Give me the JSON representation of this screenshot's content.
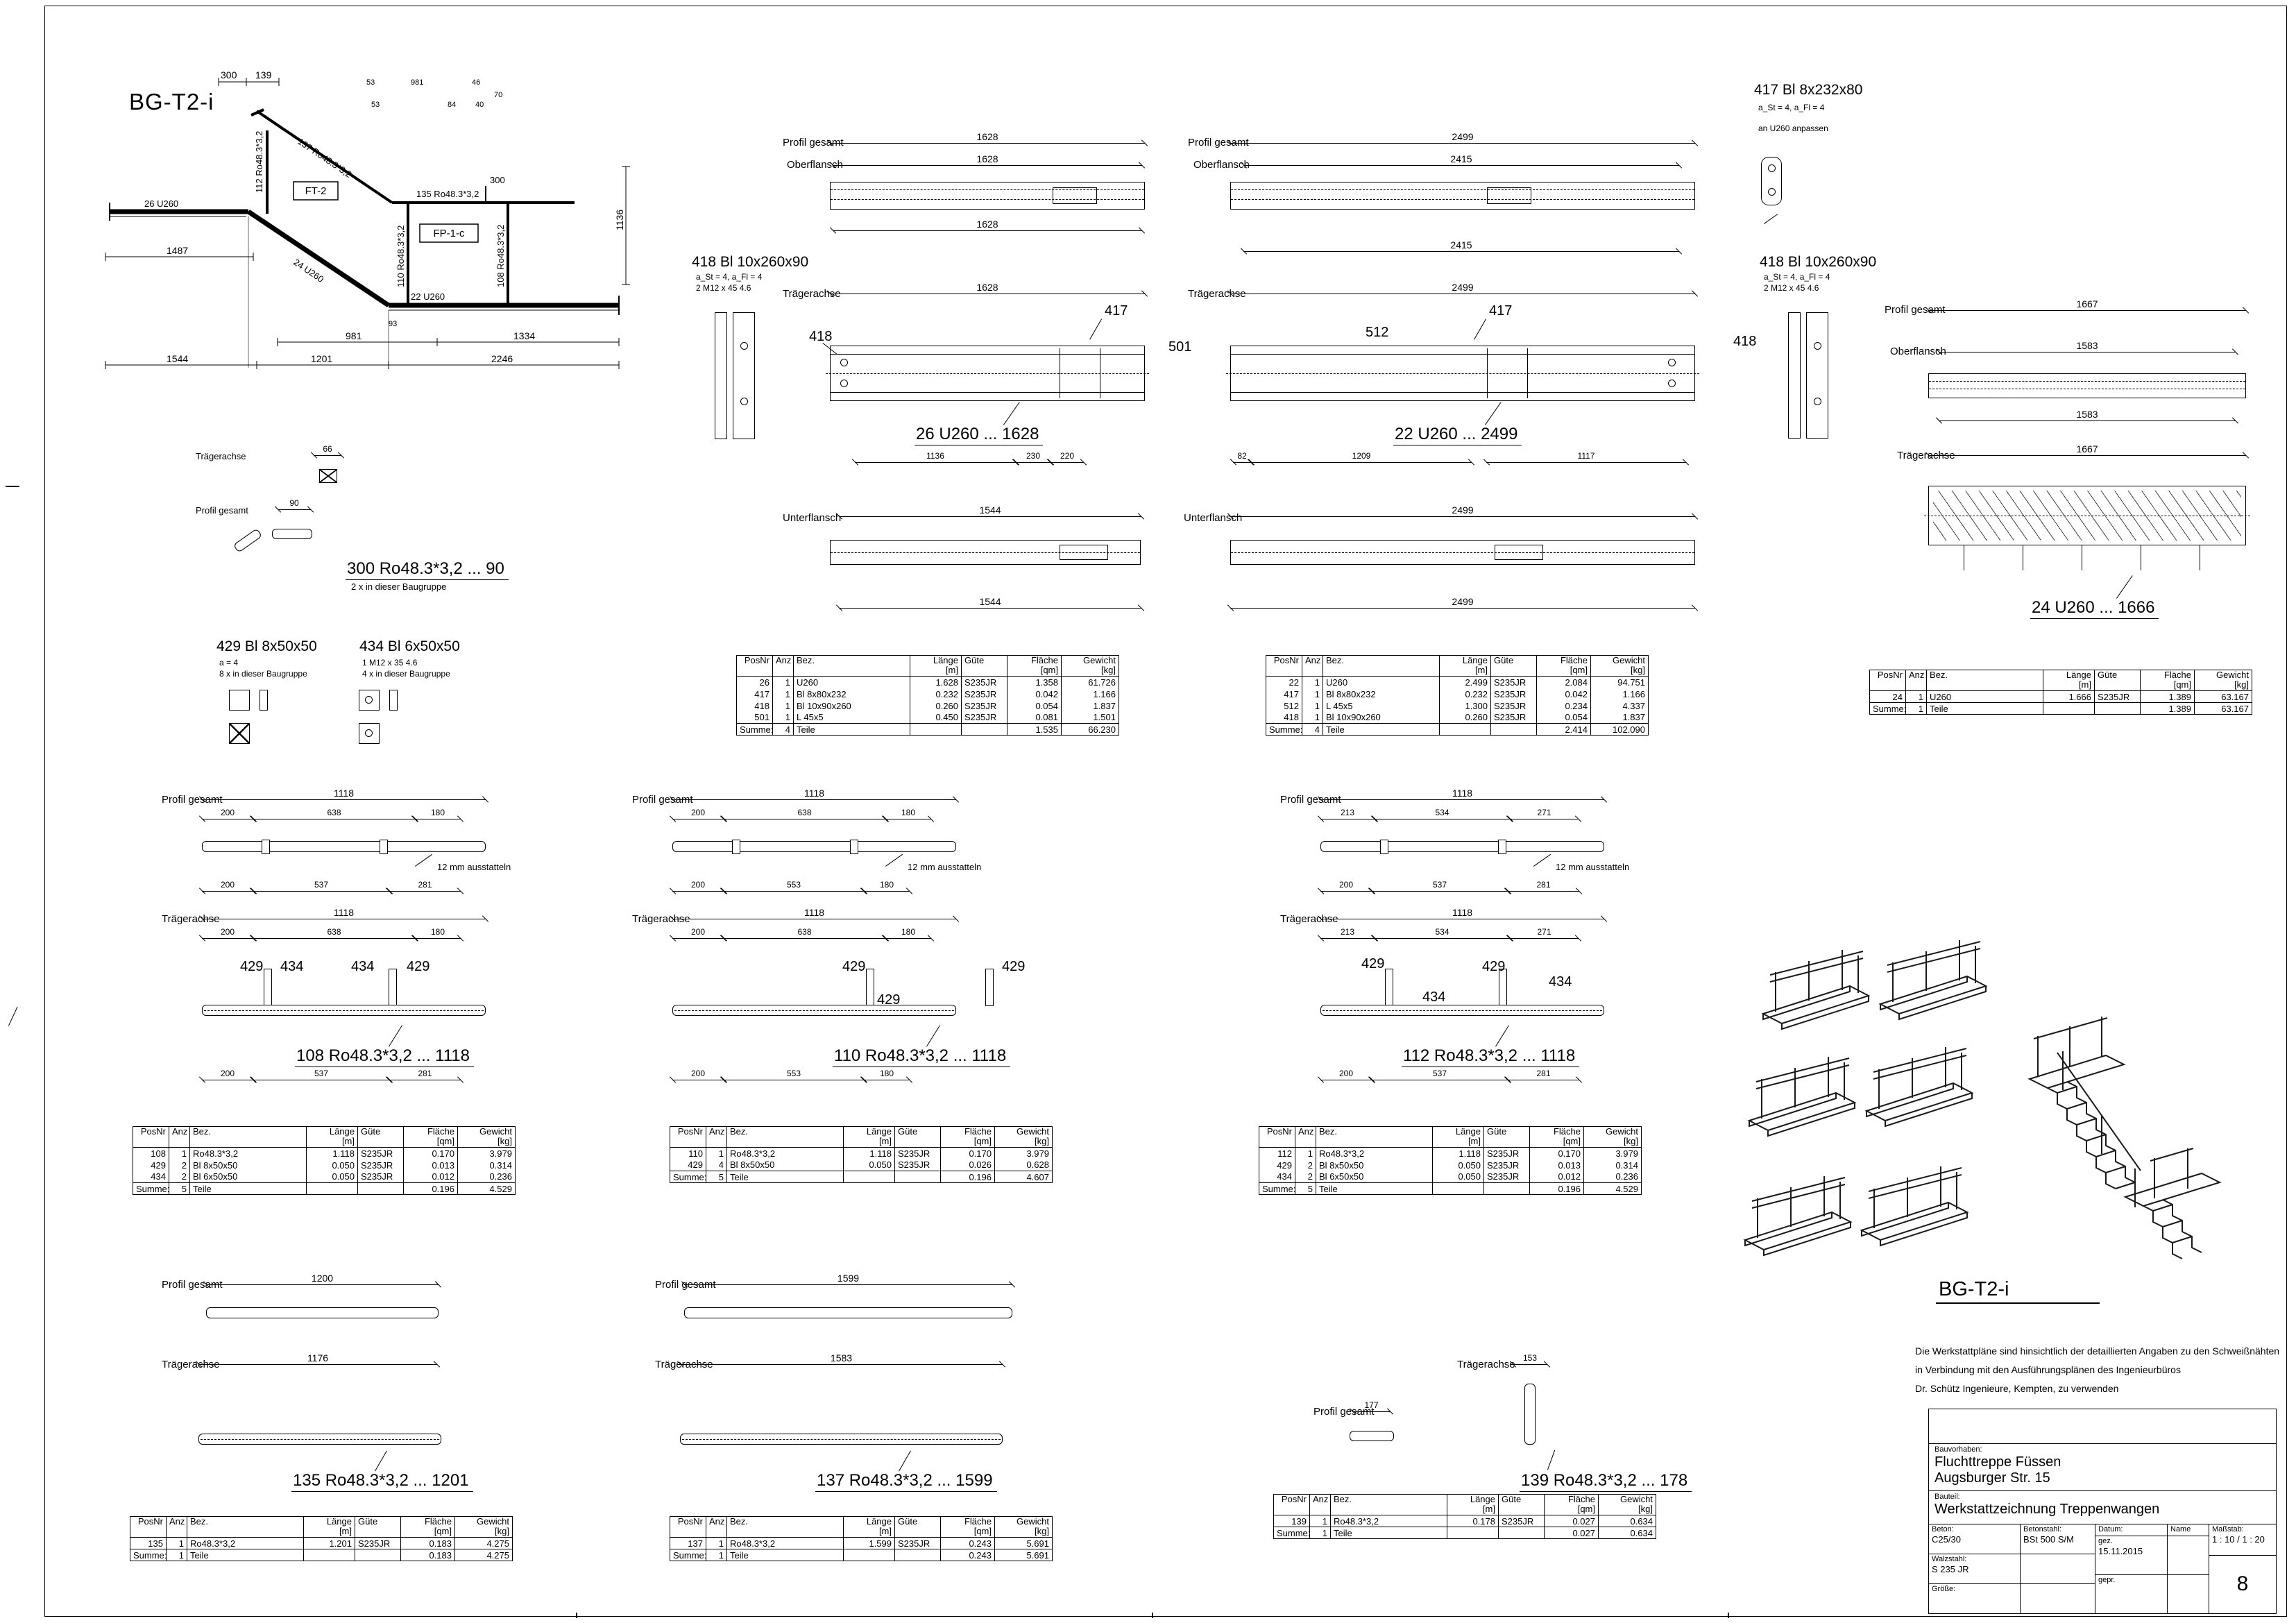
{
  "sheet": {
    "page": "8",
    "notes_line1": "Die Werkstattpläne sind hinsichtlich der detaillierten Angaben zu den Schweißnähten",
    "notes_line2": "in Verbindung mit den Ausführungsplänen des Ingenieurbüros",
    "notes_line3": "Dr. Schütz Ingenieure, Kempten, zu verwenden"
  },
  "labels": {
    "profil_gesamt": "Profil gesamt",
    "oberflansch": "Oberflansch",
    "unterflansch": "Unterflansch",
    "traegerachse": "Trägerachse",
    "note_12mm": "12 mm ausstatteln"
  },
  "overview": {
    "title": "BG-T2-i",
    "box1": "FT-2",
    "box2": "FP-1-c",
    "members": {
      "m26": "26 U260",
      "m24": "24 U260",
      "m22": "22 U260",
      "m112": "112 Ro48.3*3,2",
      "m137": "137 Ro48.3*3,2",
      "m135": "135 Ro48.3*3,2",
      "m110": "110 Ro48.3*3,2",
      "m108": "108 Ro48.3*3,2",
      "m300": "300"
    },
    "dims": {
      "d300": "300",
      "d139": "139",
      "d53a": "53",
      "d981a": "981",
      "d46": "46",
      "d70": "70",
      "d53b": "53",
      "d84": "84",
      "d40": "40",
      "d93": "93",
      "d1487": "1487",
      "d981b": "981",
      "d1334": "1334",
      "d1544": "1544",
      "d1201": "1201",
      "d2246": "2246",
      "d1136": "1136"
    }
  },
  "details": {
    "p417": {
      "title": "417 Bl 8x232x80",
      "sub1": "a_St = 4, a_Fl = 4",
      "sub2": "an U260 anpassen"
    },
    "p418l": {
      "title": "418 Bl 10x260x90",
      "sub1": "a_St = 4, a_Fl = 4",
      "sub2": "2 M12 x 45 4.6"
    },
    "p418r": {
      "title": "418 Bl 10x260x90",
      "sub1": "a_St = 4, a_Fl = 4",
      "sub2": "2 M12 x 45 4.6"
    },
    "p300": {
      "dim_tr": "66",
      "dim_pg": "90",
      "part_label": "300 Ro48.3*3,2 ... 90",
      "sub": "2 x in dieser Baugruppe"
    },
    "p429": {
      "title": "429 Bl 8x50x50",
      "sub1": "a = 4",
      "sub2": "8 x in dieser Baugruppe"
    },
    "p434": {
      "title": "434 Bl 6x50x50",
      "sub1": "1 M12 x 35 4.6",
      "sub2": "4 x in dieser Baugruppe"
    }
  },
  "beams": {
    "g26": {
      "pg_dim": "1628",
      "of_dim": "1628",
      "below_dim": "1628",
      "tr_dim": "1628",
      "c418": "418",
      "c417": "417",
      "c501": "501",
      "part_label": "26 U260 ... 1628",
      "bd1": "1136",
      "bd2": "230",
      "bd3": "220",
      "uf_dim": "1544",
      "uf_dim2": "1544"
    },
    "g22": {
      "pg_dim": "2499",
      "of_dim": "2415",
      "below_dim": "2415",
      "tr_dim": "2499",
      "c417": "417",
      "c512": "512",
      "c418": "418",
      "part_label": "22 U260 ... 2499",
      "bd1": "82",
      "bd2": "1209",
      "bd3": "1117",
      "uf_dim": "2499",
      "uf_dim2": "2499"
    },
    "g24": {
      "pg_dim": "1667",
      "of_dim": "1583",
      "below_dim": "1583",
      "tr_dim": "1667",
      "part_label": "24 U260 ... 1666"
    }
  },
  "railings": [
    {
      "pg_dim": "1118",
      "ps1": "200",
      "ps2": "638",
      "ps3": "180",
      "pb1": "200",
      "pb2": "537",
      "pb3": "281",
      "tr_dim": "1118",
      "ts1": "200",
      "ts2": "638",
      "ts3": "180",
      "c1": "429",
      "c2": "434",
      "c3": "434",
      "c4": "429",
      "part_label": "108 Ro48.3*3,2 ... 1118",
      "tb1": "200",
      "tb2": "537",
      "tb3": "281"
    },
    {
      "pg_dim": "1118",
      "ps1": "200",
      "ps2": "638",
      "ps3": "180",
      "pb1": "200",
      "pb2": "553",
      "pb3": "180",
      "tr_dim": "1118",
      "ts1": "200",
      "ts2": "638",
      "ts3": "180",
      "c1": "429",
      "c2": "429",
      "c3": "429",
      "part_label": "110 Ro48.3*3,2 ... 1118",
      "tb1": "200",
      "tb2": "553",
      "tb3": "180"
    },
    {
      "pg_dim": "1118",
      "ps1": "213",
      "ps2": "534",
      "ps3": "271",
      "pb1": "200",
      "pb2": "537",
      "pb3": "281",
      "tr_dim": "1118",
      "ts1": "213",
      "ts2": "534",
      "ts3": "271",
      "c1": "429",
      "c2": "434",
      "c3": "429",
      "c4": "434",
      "part_label": "112 Ro48.3*3,2 ... 1118",
      "tb1": "200",
      "tb2": "537",
      "tb3": "281"
    }
  ],
  "tubes": [
    {
      "pg_dim": "1200",
      "tr_dim": "1176",
      "part_label": "135 Ro48.3*3,2 ... 1201"
    },
    {
      "pg_dim": "1599",
      "tr_dim": "1583",
      "part_label": "137 Ro48.3*3,2 ... 1599"
    },
    {
      "pg_dim": "177",
      "tr_dim": "153",
      "part_label": "139 Ro48.3*3,2 ... 178"
    }
  ],
  "table_headers": [
    [
      "PosNr",
      ""
    ],
    [
      "Anz",
      ""
    ],
    [
      "Bez.",
      ""
    ],
    [
      "Länge",
      "[m]"
    ],
    [
      "Güte",
      ""
    ],
    [
      "Fläche",
      "[qm]"
    ],
    [
      "Gewicht",
      "[kg]"
    ]
  ],
  "tables": {
    "t26": {
      "rows": [
        [
          "26",
          "1",
          "U260",
          "1.628",
          "S235JR",
          "1.358",
          "61.726"
        ],
        [
          "417",
          "1",
          "Bl 8x80x232",
          "0.232",
          "S235JR",
          "0.042",
          "1.166"
        ],
        [
          "418",
          "1",
          "Bl 10x90x260",
          "0.260",
          "S235JR",
          "0.054",
          "1.837"
        ],
        [
          "501",
          "1",
          "L 45x5",
          "0.450",
          "S235JR",
          "0.081",
          "1.501"
        ]
      ],
      "sum": [
        "Summe:",
        "4",
        "Teile",
        "",
        "",
        "1.535",
        "66.230"
      ]
    },
    "t22": {
      "rows": [
        [
          "22",
          "1",
          "U260",
          "2.499",
          "S235JR",
          "2.084",
          "94.751"
        ],
        [
          "417",
          "1",
          "Bl 8x80x232",
          "0.232",
          "S235JR",
          "0.042",
          "1.166"
        ],
        [
          "512",
          "1",
          "L 45x5",
          "1.300",
          "S235JR",
          "0.234",
          "4.337"
        ],
        [
          "418",
          "1",
          "Bl 10x90x260",
          "0.260",
          "S235JR",
          "0.054",
          "1.837"
        ]
      ],
      "sum": [
        "Summe:",
        "4",
        "Teile",
        "",
        "",
        "2.414",
        "102.090"
      ]
    },
    "t24": {
      "rows": [
        [
          "24",
          "1",
          "U260",
          "1.666",
          "S235JR",
          "1.389",
          "63.167"
        ]
      ],
      "sum": [
        "Summe:",
        "1",
        "Teile",
        "",
        "",
        "1.389",
        "63.167"
      ]
    },
    "t108": {
      "rows": [
        [
          "108",
          "1",
          "Ro48.3*3,2",
          "1.118",
          "S235JR",
          "0.170",
          "3.979"
        ],
        [
          "429",
          "2",
          "Bl 8x50x50",
          "0.050",
          "S235JR",
          "0.013",
          "0.314"
        ],
        [
          "434",
          "2",
          "Bl 6x50x50",
          "0.050",
          "S235JR",
          "0.012",
          "0.236"
        ]
      ],
      "sum": [
        "Summe:",
        "5",
        "Teile",
        "",
        "",
        "0.196",
        "4.529"
      ]
    },
    "t110": {
      "rows": [
        [
          "110",
          "1",
          "Ro48.3*3,2",
          "1.118",
          "S235JR",
          "0.170",
          "3.979"
        ],
        [
          "429",
          "4",
          "Bl 8x50x50",
          "0.050",
          "S235JR",
          "0.026",
          "0.628"
        ]
      ],
      "sum": [
        "Summe:",
        "5",
        "Teile",
        "",
        "",
        "0.196",
        "4.607"
      ]
    },
    "t112": {
      "rows": [
        [
          "112",
          "1",
          "Ro48.3*3,2",
          "1.118",
          "S235JR",
          "0.170",
          "3.979"
        ],
        [
          "429",
          "2",
          "Bl 8x50x50",
          "0.050",
          "S235JR",
          "0.013",
          "0.314"
        ],
        [
          "434",
          "2",
          "Bl 6x50x50",
          "0.050",
          "S235JR",
          "0.012",
          "0.236"
        ]
      ],
      "sum": [
        "Summe:",
        "5",
        "Teile",
        "",
        "",
        "0.196",
        "4.529"
      ]
    },
    "t135": {
      "rows": [
        [
          "135",
          "1",
          "Ro48.3*3,2",
          "1.201",
          "S235JR",
          "0.183",
          "4.275"
        ]
      ],
      "sum": [
        "Summe:",
        "1",
        "Teile",
        "",
        "",
        "0.183",
        "4.275"
      ]
    },
    "t137": {
      "rows": [
        [
          "137",
          "1",
          "Ro48.3*3,2",
          "1.599",
          "S235JR",
          "0.243",
          "5.691"
        ]
      ],
      "sum": [
        "Summe:",
        "1",
        "Teile",
        "",
        "",
        "0.243",
        "5.691"
      ]
    },
    "t139": {
      "rows": [
        [
          "139",
          "1",
          "Ro48.3*3,2",
          "0.178",
          "S235JR",
          "0.027",
          "0.634"
        ]
      ],
      "sum": [
        "Summe:",
        "1",
        "Teile",
        "",
        "",
        "0.027",
        "0.634"
      ]
    }
  },
  "iso": {
    "label": "BG-T2-i"
  },
  "titleblock": {
    "bauvorhaben_label": "Bauvorhaben:",
    "project_line1": "Fluchttreppe Füssen",
    "project_line2": "Augsburger Str. 15",
    "bauteil_label": "Bauteil:",
    "bauteil": "Werkstattzeichnung Treppenwangen",
    "beton_label": "Beton:",
    "beton": "C25/30",
    "betonstahl_label": "Betonstahl:",
    "betonstahl": "BSt 500 S/M",
    "walzstahl_label": "Walzstahl:",
    "walzstahl": "S 235 JR",
    "groesse_label": "Größe:",
    "datum_label": "Datum:",
    "datum": "15.11.2015",
    "name_label": "Name",
    "gez": "gez.",
    "gepr": "gepr.",
    "massstab_label": "Maßstab:",
    "massstab": "1 : 10 / 1 : 20",
    "plan_number": "8"
  }
}
